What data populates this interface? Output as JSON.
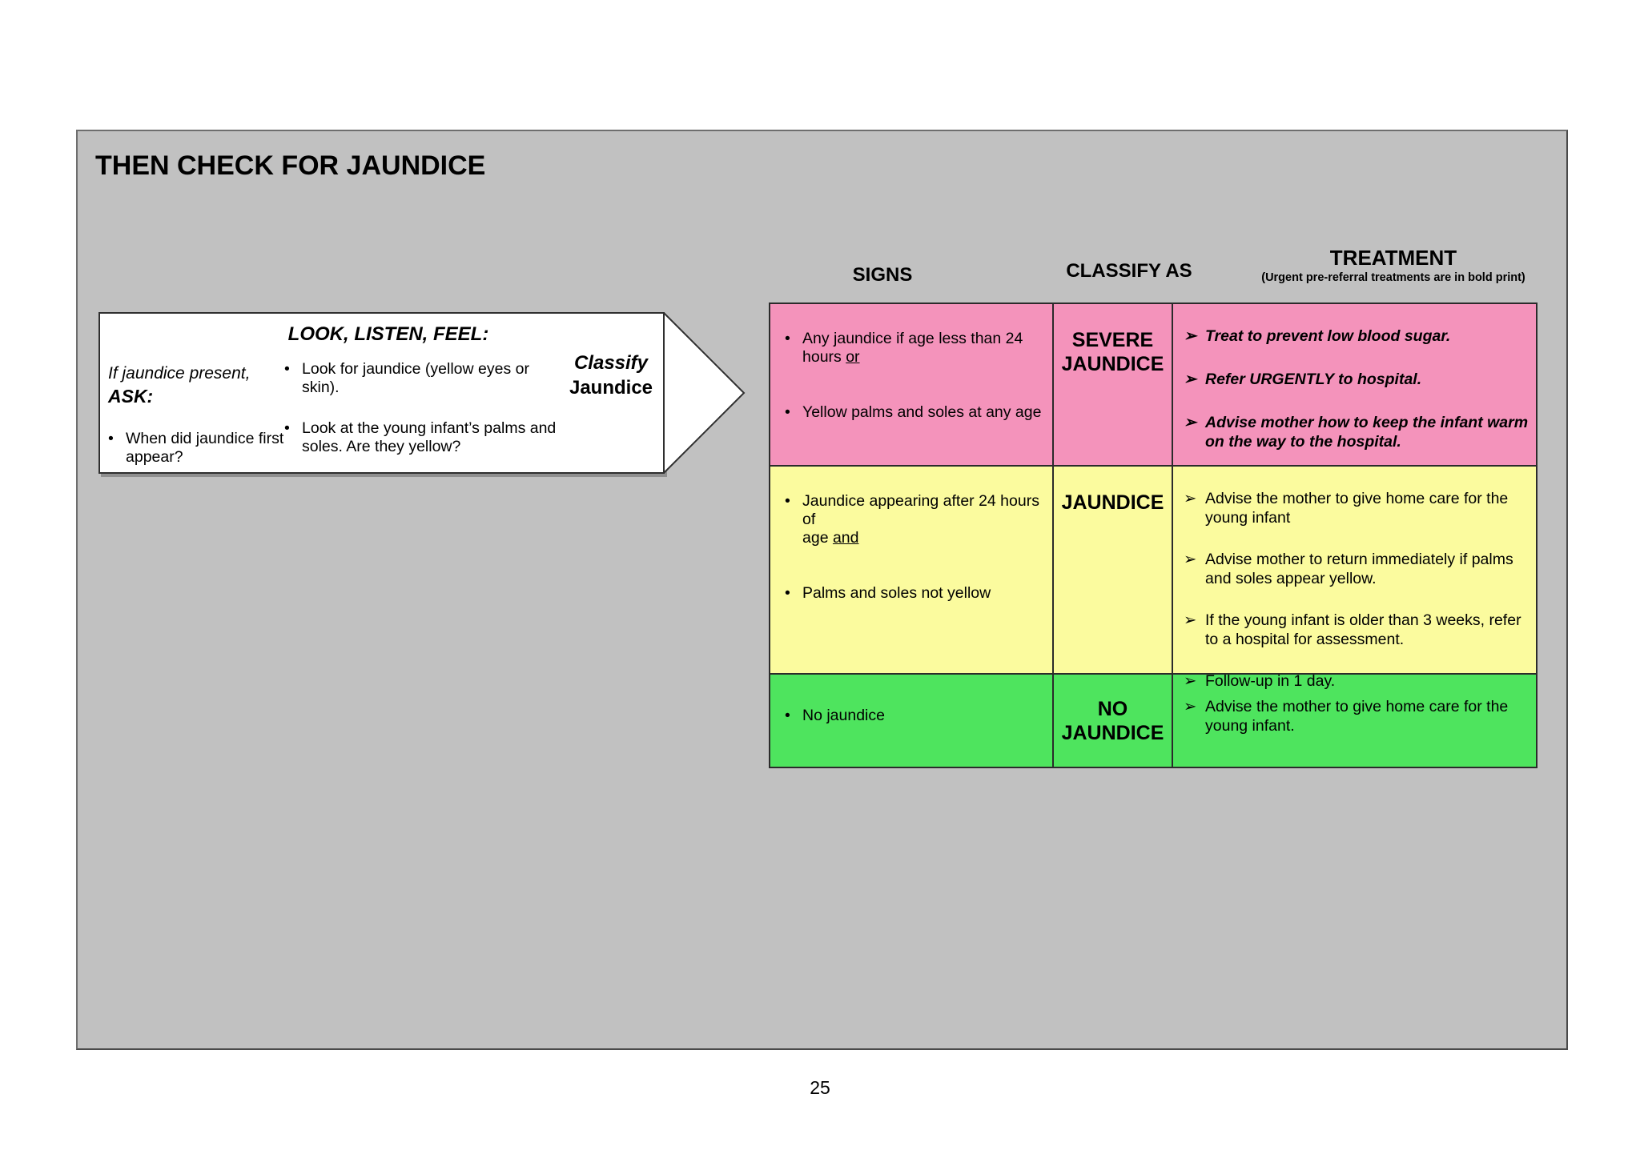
{
  "page_number": "25",
  "panel": {
    "title": "THEN CHECK FOR JAUNDICE"
  },
  "glyphs": {
    "bullet": "•",
    "pointer": "➢"
  },
  "colors": {
    "panel_bg": "#C1C1C1",
    "severe_row": "#F493BB",
    "jaundice_row": "#FBFB9E",
    "no_jaundice_row": "#4EE45E",
    "table_border": "#2B2B2B",
    "box_bg": "#FFFFFF"
  },
  "assessment": {
    "ask_intro": "If jaundice present,",
    "ask_label": "ASK:",
    "ask_items": [
      {
        "text": "When did jaundice first\nappear?"
      }
    ],
    "look_heading": "LOOK, LISTEN, FEEL:",
    "look_items": [
      {
        "text": "Look for jaundice (yellow eyes or\nskin)."
      },
      {
        "text": "Look at the young infant’s palms and\nsoles.  Are they yellow?"
      }
    ],
    "classify_line1": "Classify",
    "classify_line2": "Jaundice"
  },
  "table": {
    "headers": {
      "signs": "SIGNS",
      "classify": "CLASSIFY AS",
      "treatment": "TREATMENT",
      "treatment_note": "(Urgent pre-referral treatments are in bold print)"
    },
    "rows": [
      {
        "classification_color": "#F493BB",
        "signs": [
          {
            "pre": "Any jaundice if age less than 24\nhours ",
            "u": "or"
          },
          {
            "pre": "Yellow palms and soles at any age",
            "u": ""
          }
        ],
        "classification_lines": [
          "SEVERE",
          "JAUNDICE"
        ],
        "treatments": [
          {
            "text": "Treat to prevent low blood sugar."
          },
          {
            "text": "Refer URGENTLY to hospital."
          },
          {
            "text": "Advise mother how to keep the infant warm\non the way to the hospital."
          }
        ]
      },
      {
        "classification_color": "#FBFB9E",
        "signs": [
          {
            "pre": "Jaundice appearing after 24 hours  of\nage ",
            "u": "and"
          },
          {
            "pre": "Palms and soles not yellow",
            "u": ""
          }
        ],
        "classification_lines": [
          "JAUNDICE"
        ],
        "treatments": [
          {
            "text": "Advise the mother to give home care for the\nyoung infant"
          },
          {
            "text": "Advise mother to return immediately if palms\nand soles appear yellow."
          },
          {
            "text": "If the young infant is older than 3 weeks, refer\nto a hospital for assessment."
          },
          {
            "text": "Follow-up in 1 day."
          }
        ]
      },
      {
        "classification_color": "#4EE45E",
        "signs": [
          {
            "pre": "No jaundice",
            "u": ""
          }
        ],
        "classification_lines": [
          "NO",
          "JAUNDICE"
        ],
        "treatments": [
          {
            "text": "Advise the mother to give home care for the\nyoung infant."
          }
        ]
      }
    ]
  }
}
